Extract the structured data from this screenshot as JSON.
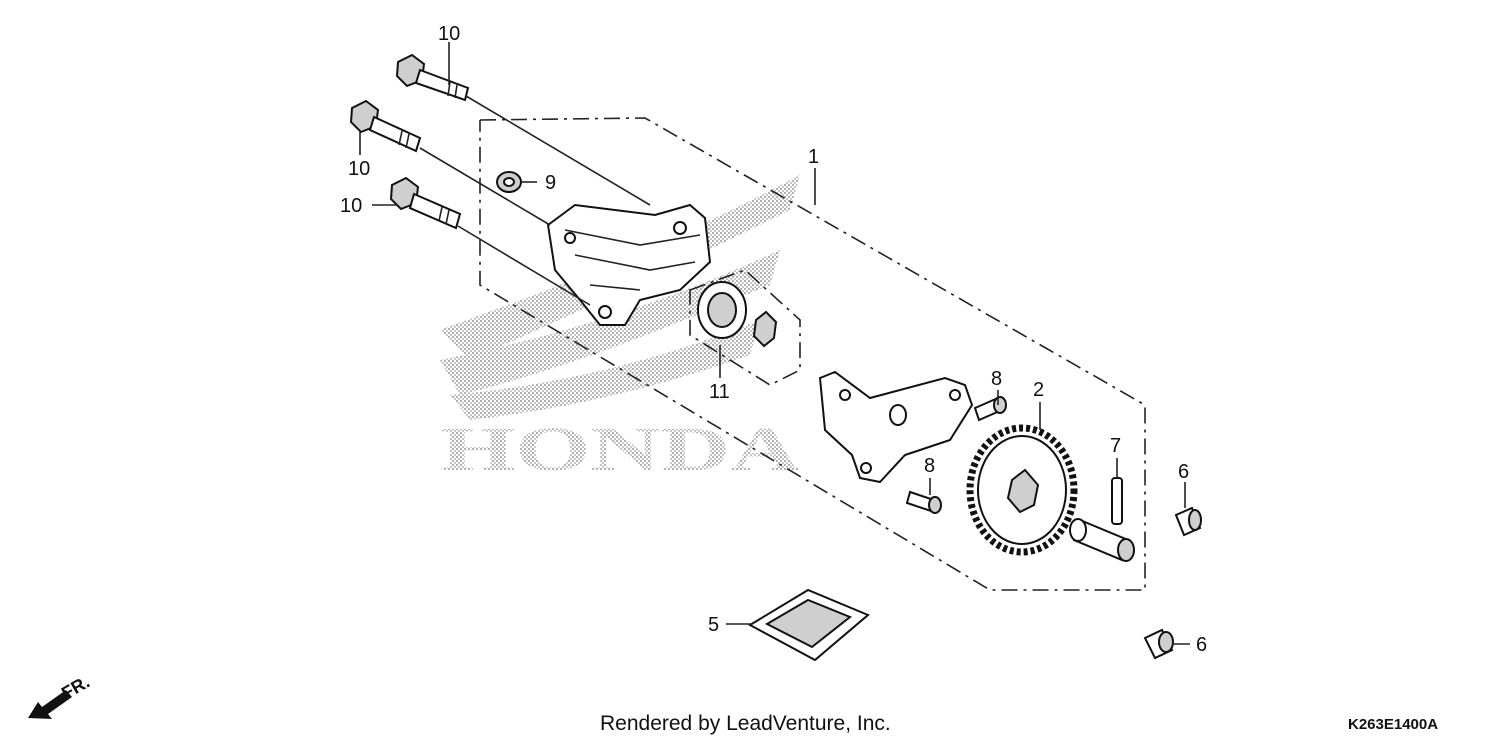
{
  "watermark": {
    "brand_text": "HONDA"
  },
  "direction": {
    "label": "FR."
  },
  "callouts": {
    "c10a": "10",
    "c10b": "10",
    "c10c": "10",
    "c1": "1",
    "c9": "9",
    "c11": "11",
    "c8a": "8",
    "c8b": "8",
    "c2": "2",
    "c7": "7",
    "c6a": "6",
    "c6b": "6",
    "c5": "5"
  },
  "footer": {
    "credit": "Rendered by LeadVenture, Inc.",
    "code": "K263E1400A"
  }
}
